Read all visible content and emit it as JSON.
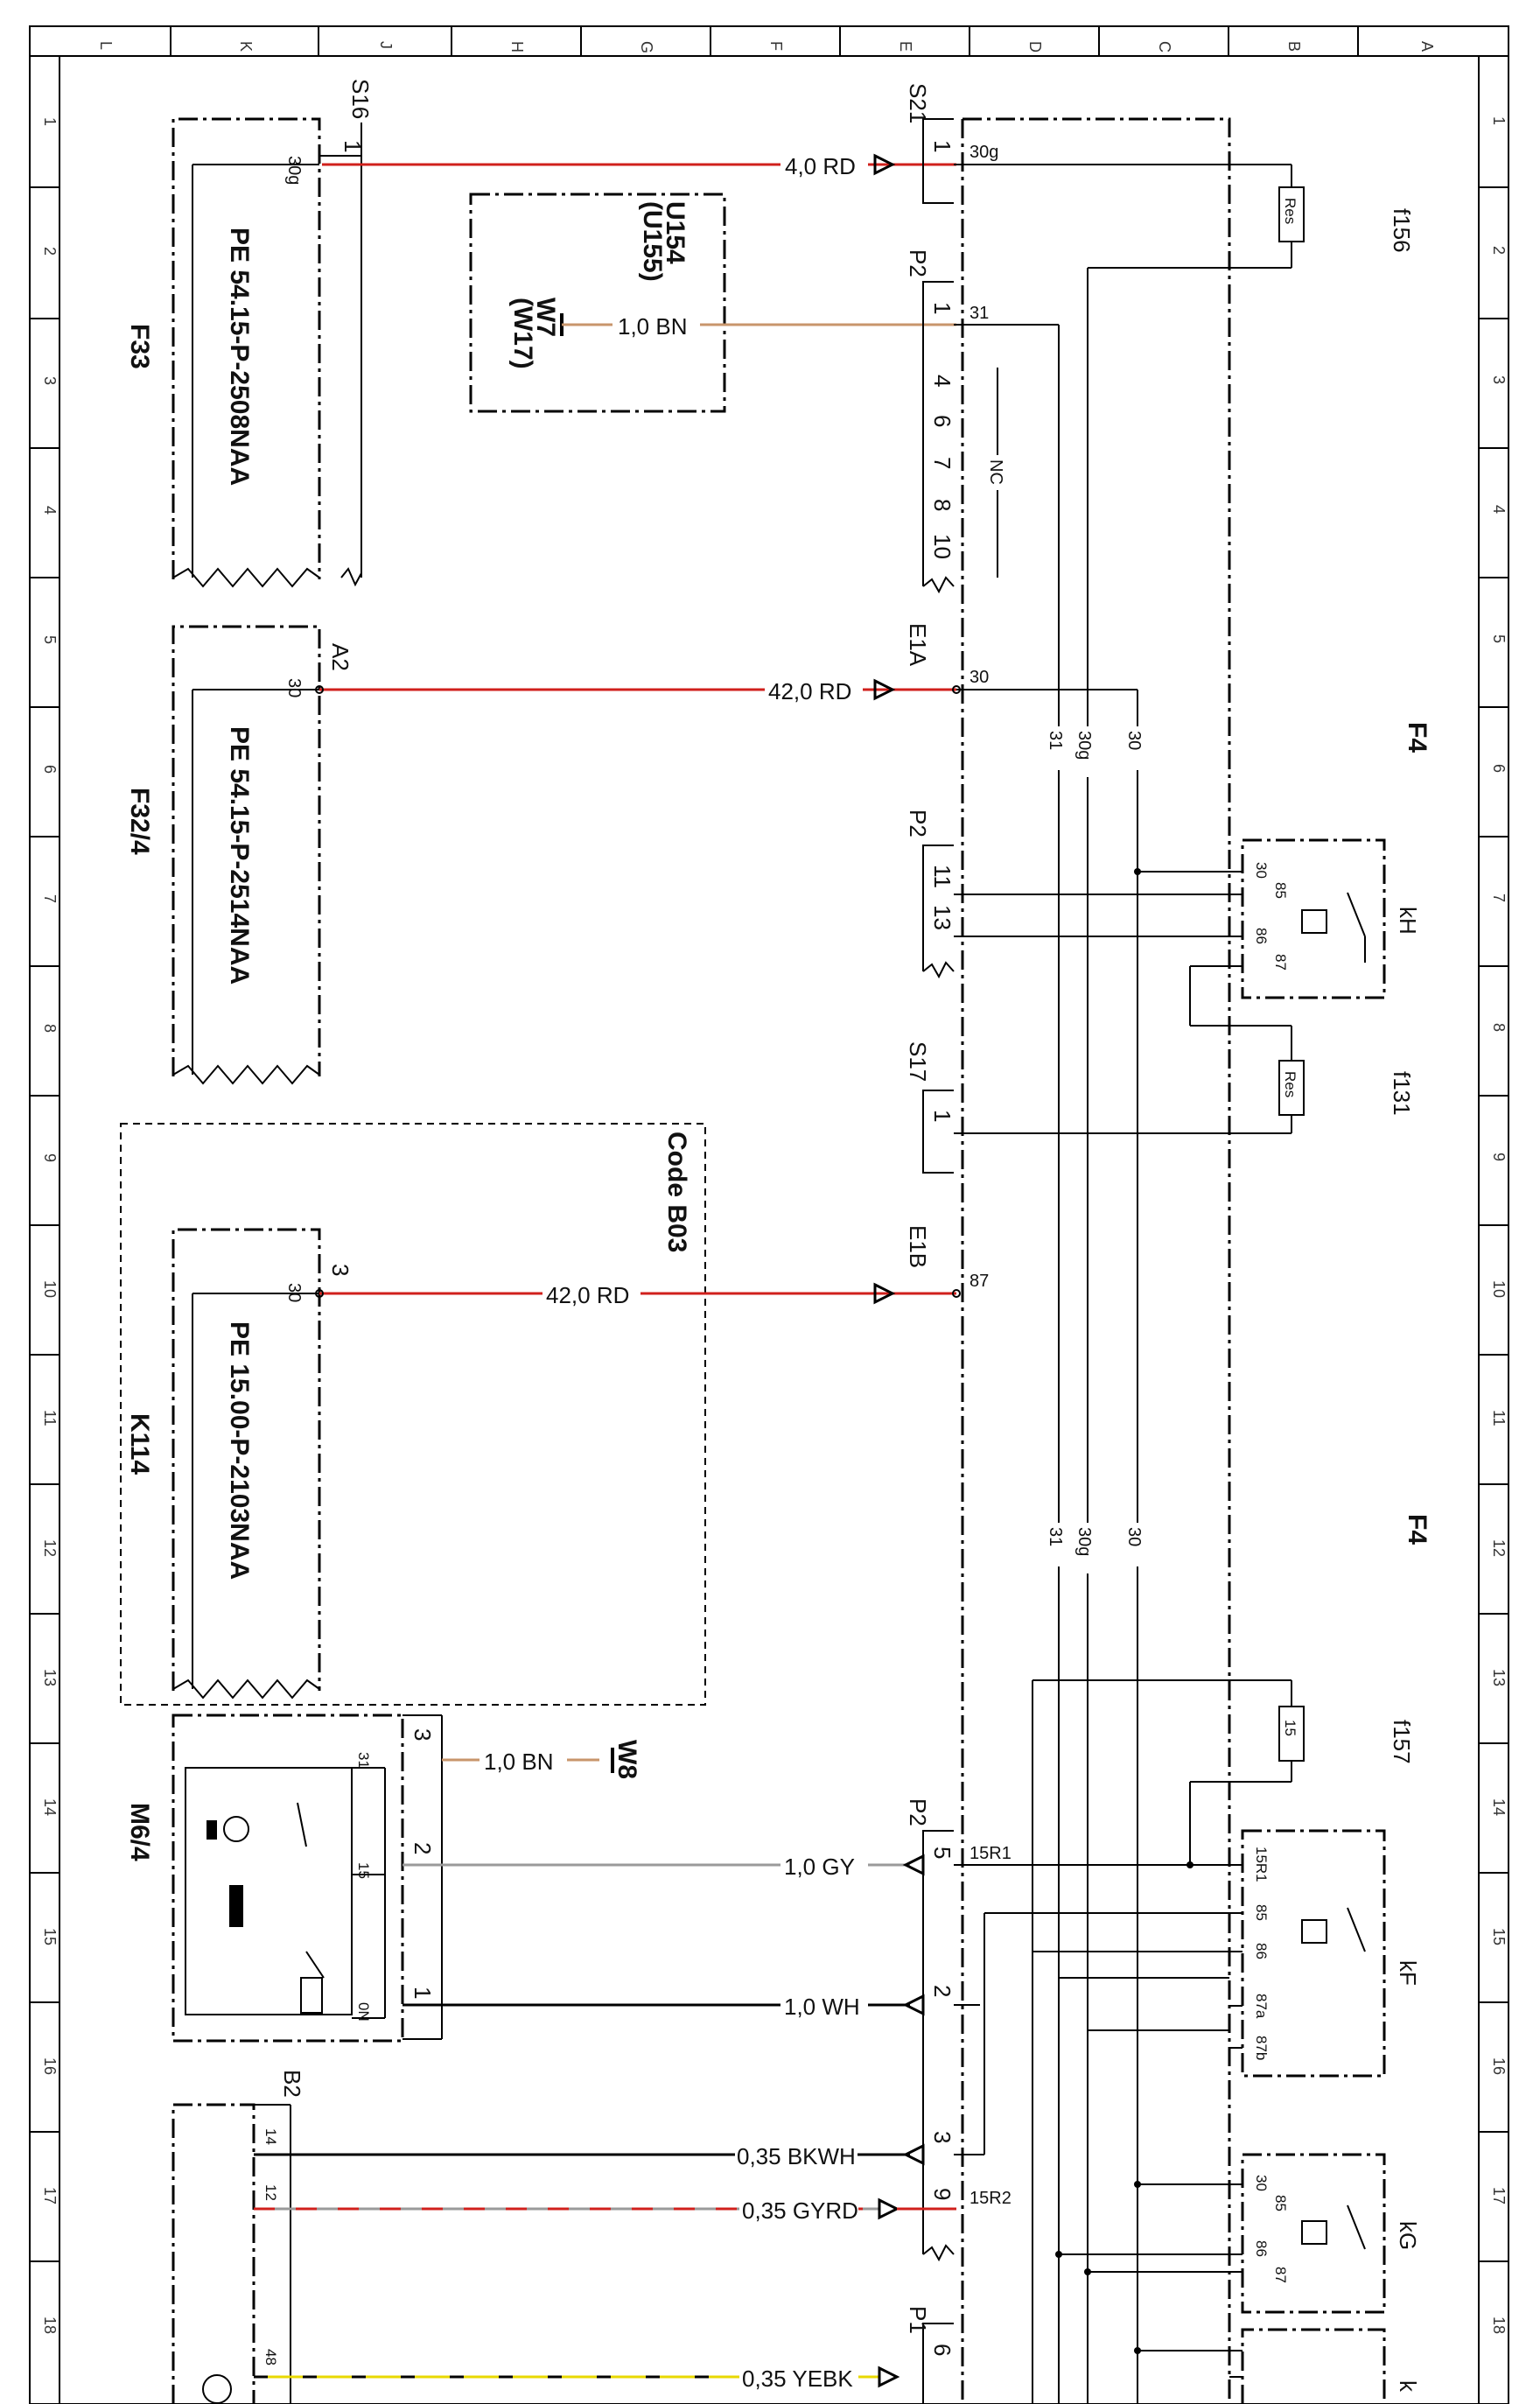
{
  "grid": {
    "columns": [
      "L",
      "K",
      "J",
      "H",
      "G",
      "F",
      "E",
      "D",
      "C",
      "B",
      "A"
    ],
    "rows": [
      "1",
      "2",
      "3",
      "4",
      "5",
      "6",
      "7",
      "8",
      "9",
      "10",
      "11",
      "12",
      "13",
      "14",
      "15",
      "16",
      "17",
      "18"
    ]
  },
  "components": {
    "f33": {
      "id": "F33",
      "connector": "S16",
      "pin": "1",
      "terminal": "30g",
      "ref": "PE  54.15-P-2508NAA"
    },
    "f32_4": {
      "id": "F32/4",
      "connector": "A2",
      "pin": "30",
      "ref": "PE  54.15-P-2514NAA"
    },
    "k114": {
      "id": "K114",
      "pin_no": "3",
      "terminal": "30",
      "ref": "PE  15.00-P-2103NAA",
      "code": "Code B03"
    },
    "u154": {
      "id": "U154",
      "alt": "(U155)",
      "sub": "W7",
      "sub_alt": "(W17)"
    },
    "m6_4": {
      "id": "M6/4",
      "pins": [
        "31",
        "15",
        "0N"
      ],
      "nums": [
        "3",
        "2",
        "1"
      ]
    },
    "b2": {
      "id": "B2",
      "pins": [
        "14",
        "12",
        "48"
      ]
    },
    "w8": {
      "id": "W8"
    },
    "f4_a": {
      "id": "F4"
    },
    "f4_b": {
      "id": "F4"
    }
  },
  "connectors": {
    "s21": "S21",
    "p2a": "P2",
    "e1a": "E1A",
    "p2b": "P2",
    "s17": "S17",
    "e1b": "E1B",
    "p2c": "P2",
    "p1": "P1"
  },
  "terminals": {
    "t30g": "30g",
    "t31": "31",
    "t30": "30",
    "t87": "87",
    "t15r1": "15R1",
    "t15r2": "15R2"
  },
  "pins": {
    "s21_1": "1",
    "p2_1": "1",
    "p2_4": "4",
    "p2_6": "6",
    "p2_7": "7",
    "p2_8": "8",
    "p2_10": "10",
    "p2_11": "11",
    "p2_13": "13",
    "s17_1": "1",
    "p2_5": "5",
    "p2_2": "2",
    "p2_3": "3",
    "p2_9": "9",
    "p1_6": "6",
    "nc": "NC"
  },
  "wires": {
    "w1": "4,0  RD",
    "w2": "1,0  BN",
    "w3": "42,0  RD",
    "w4": "42,0  RD",
    "w5": "1,0  BN",
    "w6": "1,0  GY",
    "w7": "1,0  WH",
    "w8": "0,35  BKWH",
    "w9": "0,35  GYRD",
    "w10": "0,35  YEBK"
  },
  "bus_labels": {
    "a": "31",
    "b": "30g",
    "c": "30",
    "d": "31",
    "e": "30g",
    "f": "30"
  },
  "relays": {
    "kh": {
      "id": "kH",
      "pins": [
        "30",
        "85",
        "86",
        "87"
      ]
    },
    "kf": {
      "id": "kF",
      "pins": [
        "15R1",
        "85",
        "86",
        "87a",
        "87b"
      ]
    },
    "kg": {
      "id": "kG",
      "pins": [
        "30",
        "85",
        "86",
        "87"
      ]
    },
    "k": {
      "id": "k"
    }
  },
  "fuses": {
    "f156": {
      "id": "f156",
      "label": "Res"
    },
    "f131": {
      "id": "f131",
      "label": "Res"
    },
    "f157": {
      "id": "f157",
      "label": "15"
    }
  },
  "colors": {
    "red": "#d0201c",
    "brown": "#c8956b",
    "gray": "#9a9a9a",
    "black": "#000000",
    "yellow": "#e8d800"
  }
}
